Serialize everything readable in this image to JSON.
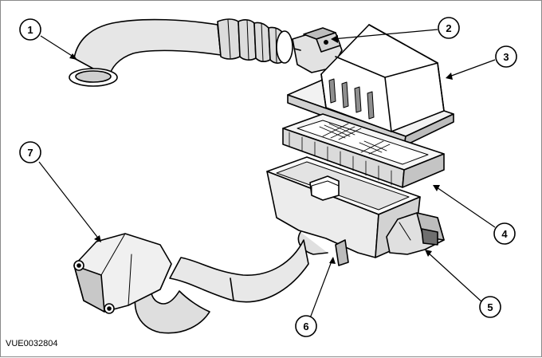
{
  "figure": {
    "reference_code": "VUE0032804",
    "callouts": [
      {
        "label": "1",
        "part": "intake-duct"
      },
      {
        "label": "2",
        "part": "mass-air-flow-sensor"
      },
      {
        "label": "3",
        "part": "air-cleaner-cover"
      },
      {
        "label": "4",
        "part": "air-filter-element"
      },
      {
        "label": "5",
        "part": "air-inlet"
      },
      {
        "label": "6",
        "part": "air-cleaner-housing"
      },
      {
        "label": "7",
        "part": "air-intake-pipe"
      }
    ],
    "colors": {
      "line": "#000000",
      "fill": "#ffffff",
      "shade": "#d9d9d9",
      "dark": "#8f8f8f"
    }
  }
}
